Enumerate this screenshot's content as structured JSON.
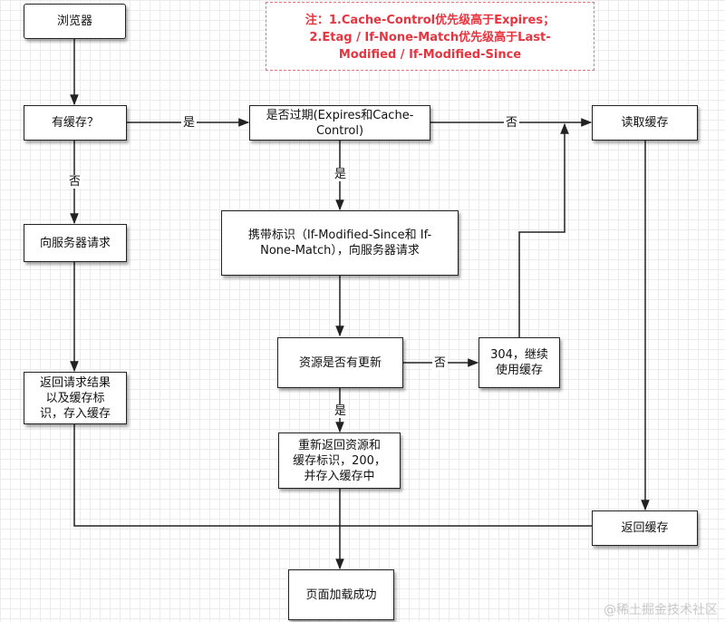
{
  "nodes": {
    "browser": "浏览器",
    "has_cache": "有缓存？",
    "expired": "是否过期(Expires和Cache-\nControl)",
    "read_cache": "读取缓存",
    "request_server": "向服务器请求",
    "carry_tags": "携带标识（If-Modified-Since和 If-\nNone-Match），向服务器请求",
    "resource_updated": "资源是否有更新",
    "not_modified": "304，继续\n使用缓存",
    "return_result": "返回请求结果\n以及缓存标\n识，存入缓存",
    "return_new": "重新返回资源和\n缓存标识，200，\n并存入缓存中",
    "return_cache": "返回缓存",
    "page_loaded": "页面加载成功"
  },
  "edge_labels": {
    "has_cache_yes": "是",
    "has_cache_no": "否",
    "expired_yes": "是",
    "expired_no": "否",
    "updated_yes": "是",
    "updated_no": "否"
  },
  "note": "注：1.Cache-Control优先级高于Expires；\n2.Etag / If-None-Match优先级高于Last-\nModified / If-Modified-Since",
  "watermark": "@稀土掘金技术社区",
  "colors": {
    "line": "#222222",
    "note": "#e8343f",
    "grid": "#ececec"
  }
}
